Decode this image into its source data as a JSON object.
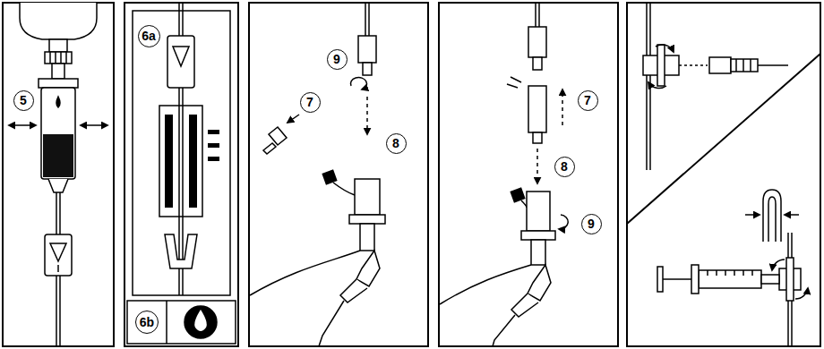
{
  "diagram": {
    "labels": [
      "5",
      "6a",
      "6b",
      "9",
      "7",
      "8",
      "7",
      "8",
      "9"
    ]
  }
}
